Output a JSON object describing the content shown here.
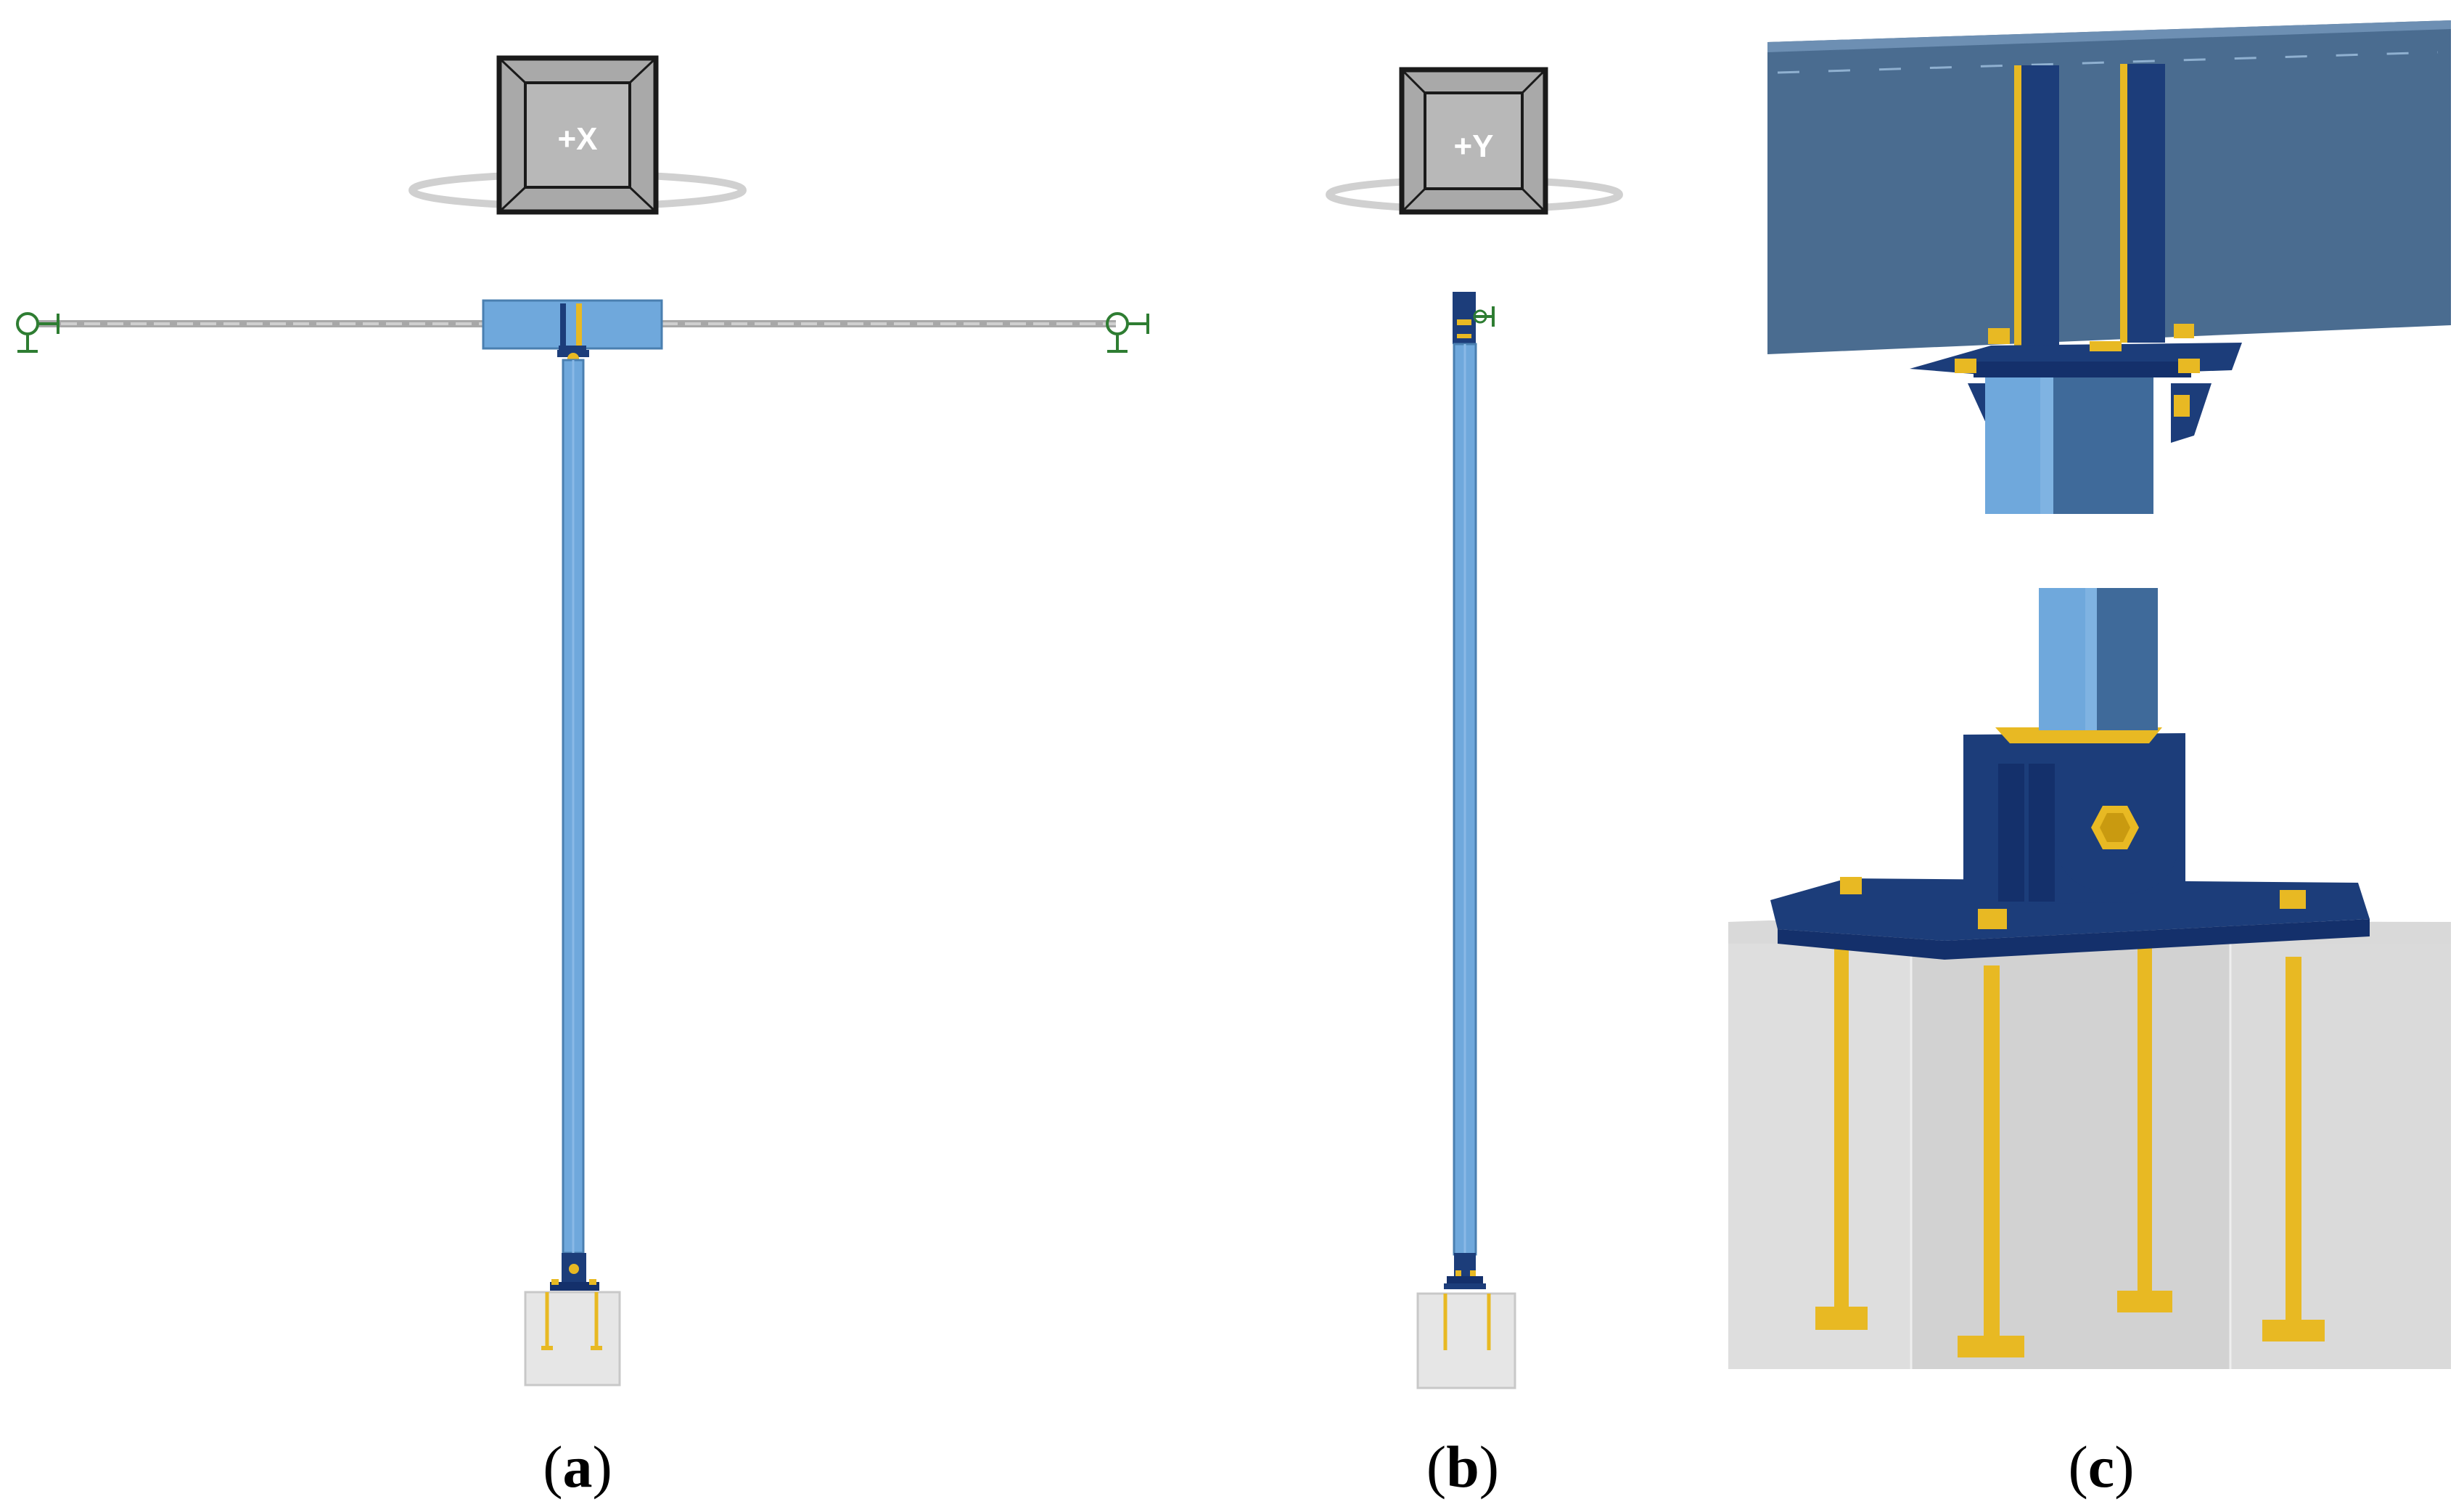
{
  "panels": [
    {
      "id": "a",
      "caption_open": "(",
      "caption_letter": "a",
      "caption_close": ")",
      "view_cube_label": "+X"
    },
    {
      "id": "b",
      "caption_open": "(",
      "caption_letter": "b",
      "caption_close": ")",
      "view_cube_label": "+Y"
    },
    {
      "id": "c",
      "caption_open": "(",
      "caption_letter": "c",
      "caption_close": ")"
    }
  ],
  "colors": {
    "steel_light": "#6fa8dc",
    "steel_mid": "#5b8fbf",
    "steel_dark": "#1c3d7a",
    "steel_navy": "#14306b",
    "bolt_yellow": "#e8b923",
    "concrete": "#dcdcdc",
    "support_green": "#2e7d32",
    "view_cube_gray": "#a9a9a9"
  },
  "icons": [
    "view-cube-icon",
    "pinned-support-icon",
    "anchor-bolt-icon"
  ]
}
